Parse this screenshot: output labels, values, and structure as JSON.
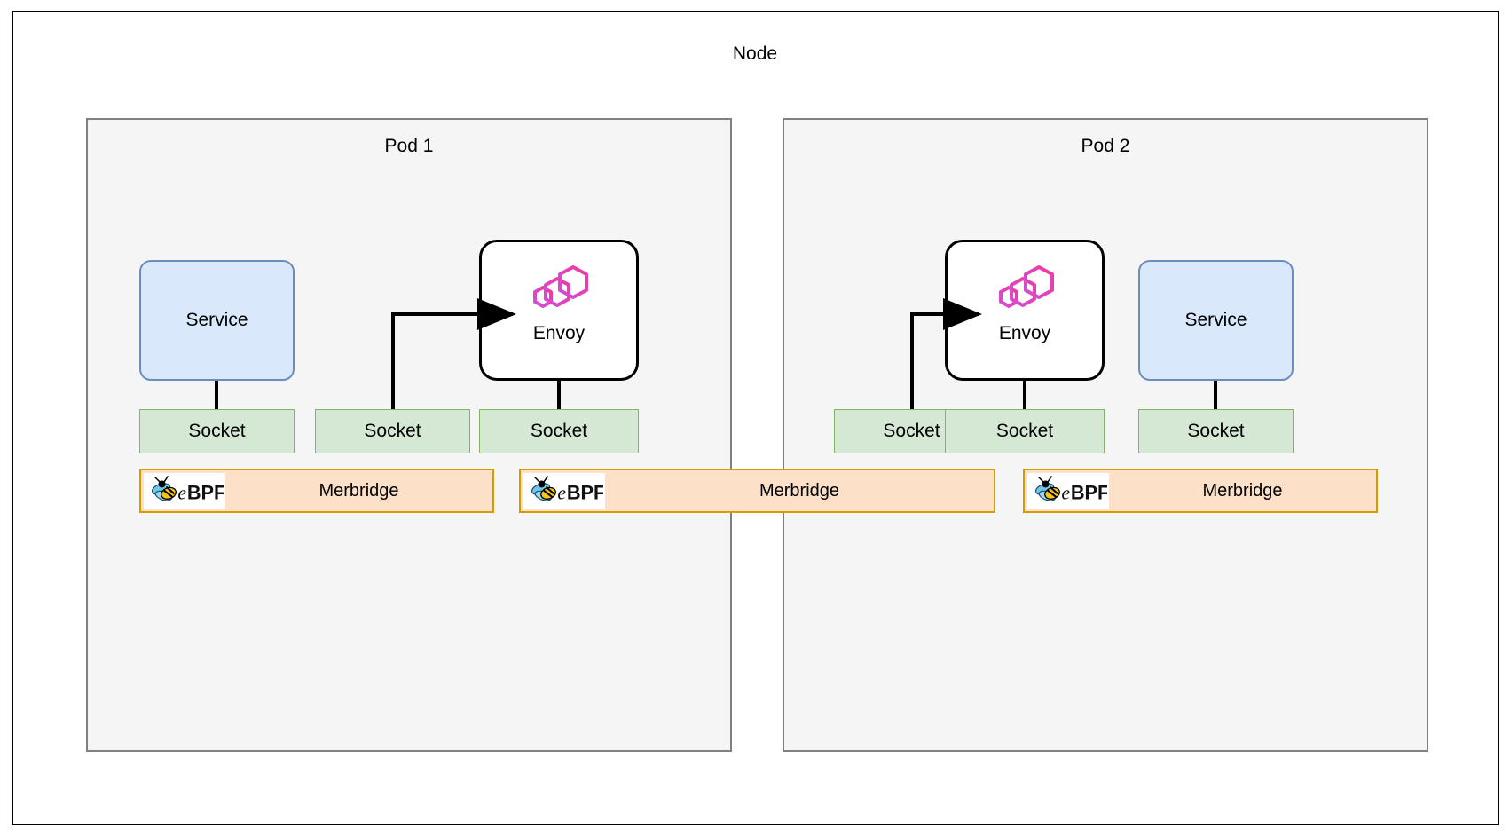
{
  "diagram": {
    "title": "Node",
    "node_border_color": "#000000",
    "pod_fill_color": "#f5f5f5",
    "pod_border_color": "#808080",
    "service_fill_color": "#dae8fc",
    "service_border_color": "#6c8ebf",
    "socket_fill_color": "#d5e8d4",
    "socket_border_color": "#82b366",
    "merbridge_fill_color": "#fde0c8",
    "merbridge_border_color": "#d79b00",
    "envoy_logo_color": "#e035b0"
  },
  "pods": [
    {
      "title": "Pod 1",
      "columns": [
        {
          "top_node": {
            "type": "service",
            "label": "Service"
          },
          "socket": {
            "label": "Socket"
          }
        },
        {
          "top_node": {
            "type": "none",
            "label": ""
          },
          "socket": {
            "label": "Socket"
          }
        },
        {
          "top_node": {
            "type": "envoy",
            "label": "Envoy",
            "icon": "envoy-hexagons-icon"
          },
          "socket": {
            "label": "Socket"
          }
        }
      ],
      "merbridge_bars": [
        {
          "label": "Merbridge",
          "icon": "ebpf-bee-icon",
          "icon_text": "eBPF"
        }
      ]
    },
    {
      "title": "Pod 2",
      "columns": [
        {
          "top_node": {
            "type": "none",
            "label": ""
          },
          "socket": {
            "label": "Socket"
          }
        },
        {
          "top_node": {
            "type": "envoy",
            "label": "Envoy",
            "icon": "envoy-hexagons-icon"
          },
          "socket": {
            "label": "Socket"
          }
        },
        {
          "top_node": {
            "type": "service",
            "label": "Service"
          },
          "socket": {
            "label": "Socket"
          }
        }
      ],
      "merbridge_bars": [
        {
          "label": "Merbridge",
          "icon": "ebpf-bee-icon",
          "icon_text": "eBPF"
        }
      ]
    }
  ],
  "center_merbridge": {
    "label": "Merbridge",
    "icon": "ebpf-bee-icon",
    "icon_text": "eBPF"
  }
}
